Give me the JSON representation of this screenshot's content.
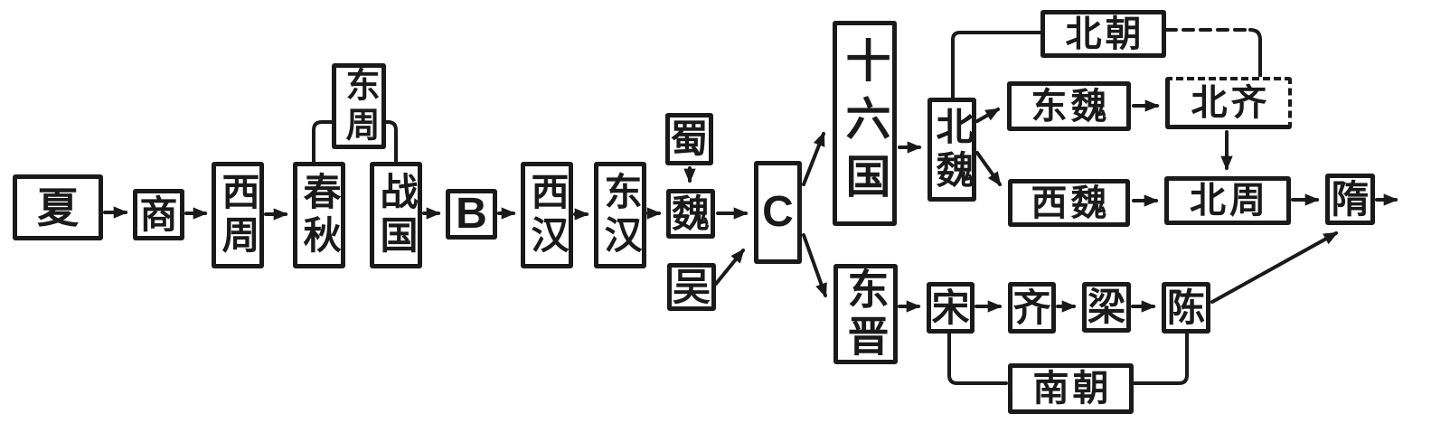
{
  "diagram": {
    "type": "flowchart",
    "colors": {
      "background": "#ffffff",
      "line": "#1a1a1a",
      "box_fill": "#ffffff",
      "text": "#1a1a1a"
    },
    "nodes": [
      {
        "id": "xia",
        "label": "夏"
      },
      {
        "id": "shang",
        "label": "商"
      },
      {
        "id": "xizhou",
        "label": "西周"
      },
      {
        "id": "dongzhou",
        "label": "东周"
      },
      {
        "id": "chunqiu",
        "label": "春秋"
      },
      {
        "id": "zhanguo",
        "label": "战国"
      },
      {
        "id": "b",
        "label": "B"
      },
      {
        "id": "xihan",
        "label": "西汉"
      },
      {
        "id": "donghan",
        "label": "东汉"
      },
      {
        "id": "shu",
        "label": "蜀"
      },
      {
        "id": "wei",
        "label": "魏"
      },
      {
        "id": "wu",
        "label": "吴"
      },
      {
        "id": "c",
        "label": "C"
      },
      {
        "id": "shiliuguo",
        "label": "十六国"
      },
      {
        "id": "beiwei",
        "label": "北魏"
      },
      {
        "id": "beichao",
        "label": "北朝"
      },
      {
        "id": "dongwei",
        "label": "东魏"
      },
      {
        "id": "beiqi",
        "label": "北齐"
      },
      {
        "id": "xiwei",
        "label": "西魏"
      },
      {
        "id": "beizhou",
        "label": "北周"
      },
      {
        "id": "sui",
        "label": "隋"
      },
      {
        "id": "dongjin",
        "label": "东晋"
      },
      {
        "id": "song",
        "label": "宋"
      },
      {
        "id": "qi",
        "label": "齐"
      },
      {
        "id": "liang",
        "label": "梁"
      },
      {
        "id": "chen",
        "label": "陈"
      },
      {
        "id": "nanchao",
        "label": "南朝"
      }
    ],
    "edges": [
      {
        "from": "夏",
        "to": "商",
        "style": "arrow"
      },
      {
        "from": "商",
        "to": "西周",
        "style": "arrow"
      },
      {
        "from": "西周",
        "to": "春秋",
        "style": "arrow"
      },
      {
        "from": "战国",
        "to": "B",
        "style": "arrow"
      },
      {
        "from": "B",
        "to": "西汉",
        "style": "arrow"
      },
      {
        "from": "西汉",
        "to": "东汉",
        "style": "arrow"
      },
      {
        "from": "东汉",
        "to": "魏",
        "style": "arrow"
      },
      {
        "from": "蜀",
        "to": "魏",
        "style": "arrow"
      },
      {
        "from": "魏",
        "to": "C",
        "style": "arrow"
      },
      {
        "from": "吴",
        "to": "C",
        "style": "arrow"
      },
      {
        "from": "C",
        "to": "十六国",
        "style": "arrow"
      },
      {
        "from": "C",
        "to": "东晋",
        "style": "arrow"
      },
      {
        "from": "十六国",
        "to": "北魏",
        "style": "arrow"
      },
      {
        "from": "北魏",
        "to": "东魏",
        "style": "arrow"
      },
      {
        "from": "北魏",
        "to": "西魏",
        "style": "arrow"
      },
      {
        "from": "东魏",
        "to": "北齐",
        "style": "arrow"
      },
      {
        "from": "北齐",
        "to": "北周",
        "style": "arrow"
      },
      {
        "from": "西魏",
        "to": "北周",
        "style": "arrow"
      },
      {
        "from": "北周",
        "to": "隋",
        "style": "arrow"
      },
      {
        "from": "隋",
        "to": "",
        "style": "arrow"
      },
      {
        "from": "东晋",
        "to": "宋",
        "style": "arrow"
      },
      {
        "from": "宋",
        "to": "齐",
        "style": "arrow"
      },
      {
        "from": "齐",
        "to": "梁",
        "style": "arrow"
      },
      {
        "from": "梁",
        "to": "陈",
        "style": "arrow"
      },
      {
        "from": "陈",
        "to": "隋",
        "style": "arrow"
      },
      {
        "from": "北魏",
        "to": "北朝",
        "style": "line"
      },
      {
        "from": "北朝",
        "to": "北齐",
        "style": "dashed"
      },
      {
        "from": "东周",
        "to": "春秋",
        "style": "bracket"
      },
      {
        "from": "东周",
        "to": "战国",
        "style": "bracket"
      },
      {
        "from": "宋",
        "to": "南朝",
        "style": "bracket"
      },
      {
        "from": "南朝",
        "to": "陈",
        "style": "bracket"
      }
    ]
  }
}
